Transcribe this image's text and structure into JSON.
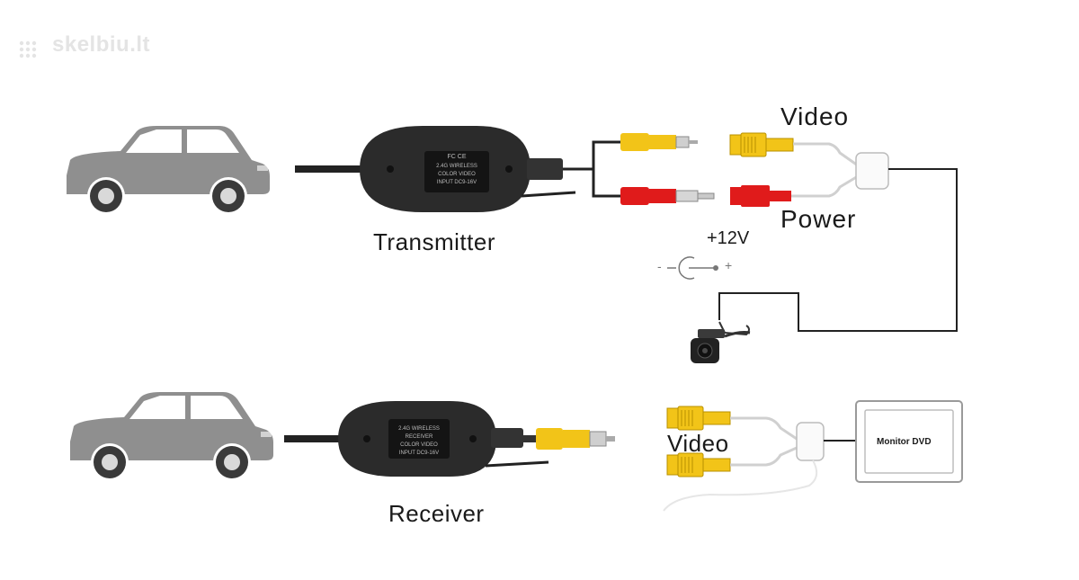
{
  "watermark": "skelbiu.lt",
  "transmitter": {
    "label": "Transmitter",
    "box_text": [
      "FC CE",
      "2.4G WIRELESS",
      "COLOR   VIDEO",
      "INPUT DC9-16V"
    ]
  },
  "receiver": {
    "label": "Receiver",
    "box_text": [
      "2.4G WIRELESS",
      "RECEIVER",
      "COLOR   VIDEO",
      "INPUT DC9-16V"
    ]
  },
  "top_connectors": {
    "video_label": "Video",
    "power_label": "Power",
    "voltage_label": "+12V",
    "polarity_minus": "-",
    "polarity_plus": "+"
  },
  "bottom_connectors": {
    "video_label": "Video",
    "monitor_label": "Monitor DVD"
  },
  "colors": {
    "car_body": "#8f8f8f",
    "rca_yellow": "#f2c418",
    "rca_red": "#e01b1b",
    "device_black": "#2b2b2b",
    "wire": "#222222"
  }
}
